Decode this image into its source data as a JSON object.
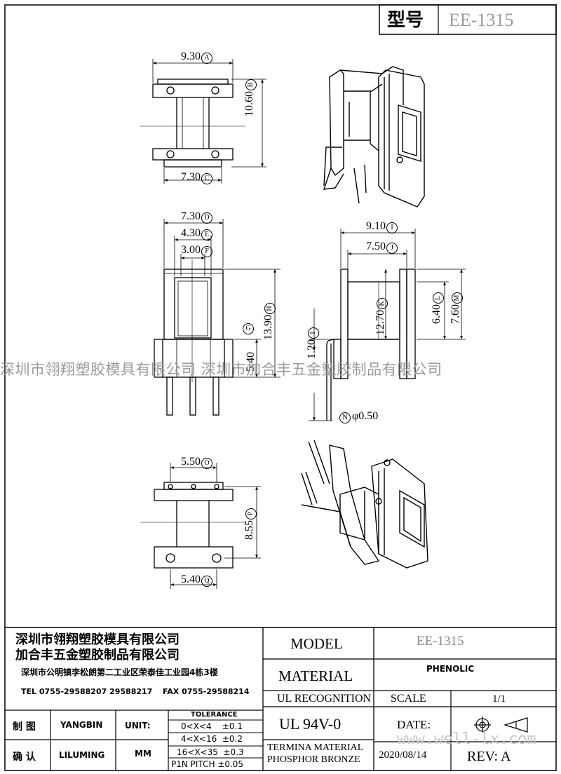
{
  "model_box": {
    "label": "型号",
    "value": "EE-1315"
  },
  "watermark": {
    "text": "深圳市翎翔塑胶模具有限公司 深圳市加合丰五金塑胶制品有限公司",
    "site": "www.well-lx.com"
  },
  "dimensions": {
    "A": "9.30",
    "B": "10.60",
    "C": "7.30",
    "D": "7.30",
    "E": "4.30",
    "F": "3.00",
    "G": "5.40",
    "H": "13.90",
    "I": "9.10",
    "J": "7.50",
    "K": "12.70",
    "L": "6.40",
    "M": "7.60",
    "N": "φ0.50",
    "O": "5.50",
    "P": "8.55",
    "Q": "5.40",
    "I2": "1.20"
  },
  "dim_letters": {
    "A": "A",
    "B": "B",
    "C": "C",
    "D": "D",
    "E": "E",
    "F": "F",
    "G": "G",
    "H": "H",
    "I": "I",
    "J": "J",
    "K": "K",
    "L": "L",
    "M": "M",
    "N": "N",
    "O": "O",
    "P": "P",
    "Q": "Q"
  },
  "title_block": {
    "company1": "深圳市翎翔塑胶模具有限公司",
    "company2": "加合丰五金塑胶制品有限公司",
    "address": "深圳市公明镇李松朗第二工业区荣泰佳工业园4栋3楼",
    "tel": "TEL 0755-29588207 29588217",
    "fax": "FAX 0755-29588214",
    "model_label": "MODEL",
    "model_value": "EE-1315",
    "material_label": "MATERIAL",
    "material_value": "PHENOLIC",
    "ul_label": "UL RECOGNITION",
    "ul_value": "UL 94V-0",
    "scale_label": "SCALE",
    "scale_value": "1/1",
    "date_label": "DATE:",
    "date_value": "2020/08/14",
    "terminal_material": "TERMINA MATERIAL",
    "terminal_value": "PHOSPHOR BRONZE",
    "rev": "REV: A",
    "drawn_label": "制 图",
    "drawn_value": "YANGBIN",
    "checked_label": "确 认",
    "checked_value": "LILUMING",
    "unit_label": "UNIT:",
    "unit_value": "MM",
    "tolerance_title": "TOLERANCE",
    "tolerances": [
      "0<X<4    ±0.1",
      "4<X<16  ±0.2",
      "16<X<35  ±0.3",
      "P1N PITCH ±0.05"
    ]
  }
}
